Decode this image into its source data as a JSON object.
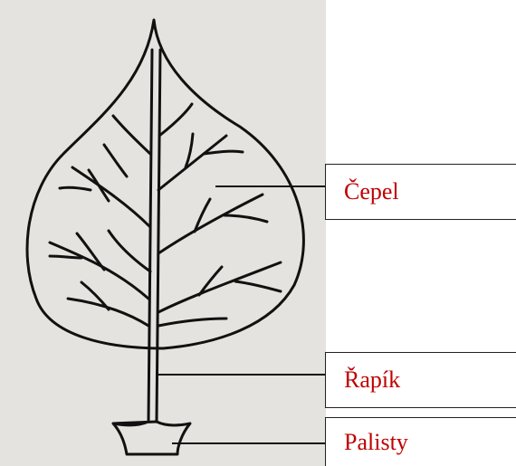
{
  "labels": {
    "blade": "Čepel",
    "petiole": "Řapík",
    "stipules": "Palisty"
  },
  "colors": {
    "label_text": "#c00000",
    "paper": "#e4e3df",
    "ink": "#111111"
  }
}
